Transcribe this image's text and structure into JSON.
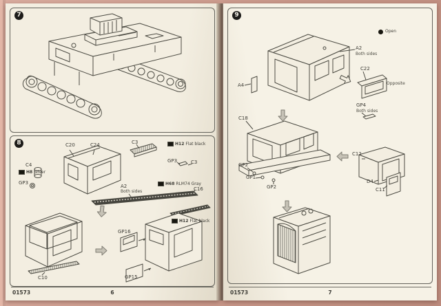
{
  "left": {
    "step7_num": "7",
    "step8_num": "8",
    "footer_code": "01573",
    "footer_page": "6",
    "s8": {
      "c20": "C20",
      "c24": "C24",
      "c3_top": "C3",
      "gp3_r": "GP3",
      "c3_r": "C3",
      "c4": "C4",
      "gp3_l": "GP3",
      "a2": "A2",
      "a2_note": "Both sides",
      "c16": "C16",
      "gp16": "GP16",
      "gp15": "GP15",
      "c10": "C10",
      "chip1_code": "H12",
      "chip1_name": "Flat black",
      "chip2_code": "H8",
      "chip2_name": "Silver",
      "chip3_code": "H68",
      "chip3_name": "RLM74 Gray",
      "chip4_code": "H12",
      "chip4_name": "Flat black"
    }
  },
  "right": {
    "step9_num": "9",
    "footer_code": "01573",
    "footer_page": "7",
    "legend_label": "Open",
    "s9": {
      "a2": "A2",
      "a2_note": "Both sides",
      "a4": "A4",
      "c22": "C22",
      "c22_note": "Opposite",
      "gp4": "GP4",
      "gp4_note": "Both sides",
      "c18": "C18",
      "gp2a": "GP2",
      "gp1": "GP1",
      "gp2b": "GP2",
      "c12": "C12",
      "d4": "D4",
      "c11": "C11"
    }
  }
}
